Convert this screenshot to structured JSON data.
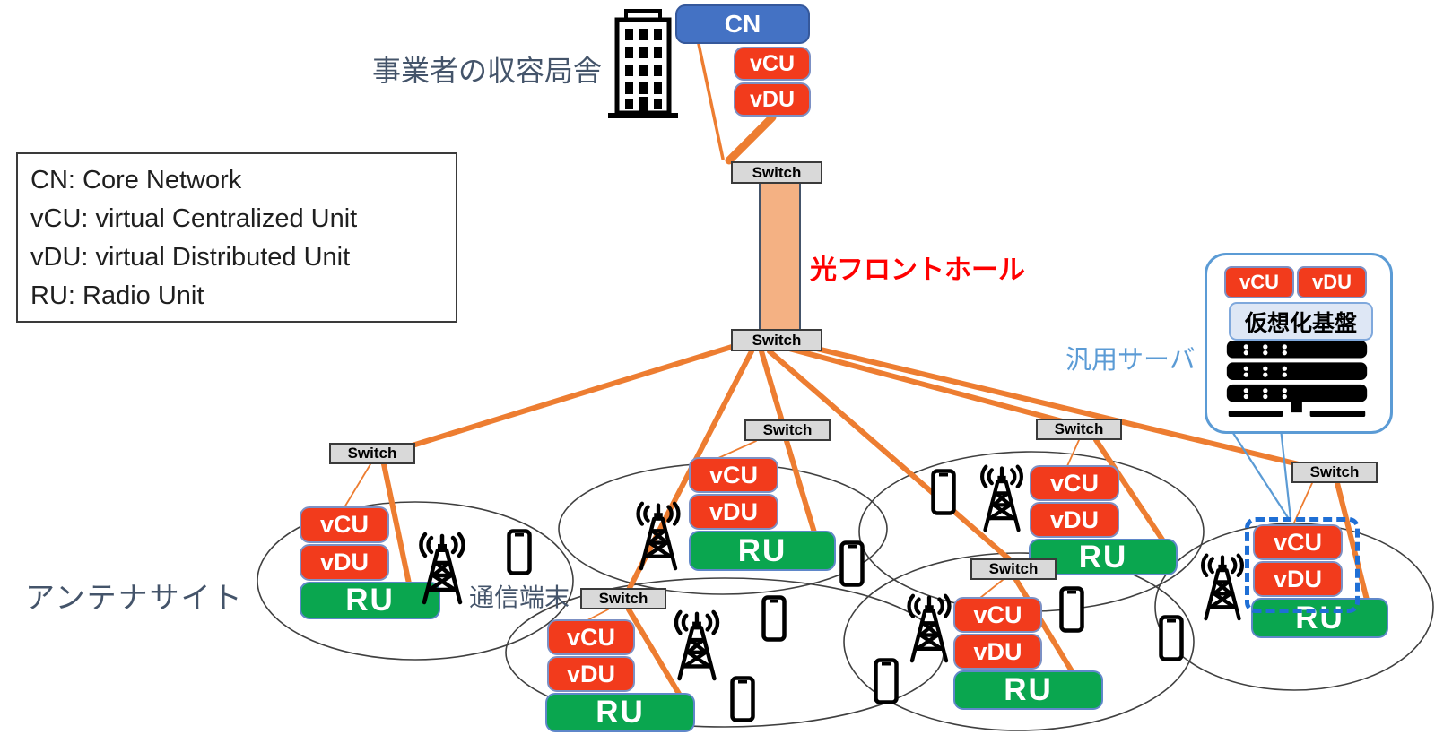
{
  "labels": {
    "operator_building": "事業者の収容局舎",
    "fronthaul": "光フロントホール",
    "antenna_site": "アンテナサイト",
    "terminal": "通信端末",
    "general_server": "汎用サーバ",
    "virtualization_platform": "仮想化基盤",
    "switch": "Switch",
    "cn": "CN",
    "vcu": "vCU",
    "vdu": "vDU",
    "ru": "RU"
  },
  "legend": {
    "cn": "CN: Core Network",
    "vcu": "vCU: virtual Centralized Unit",
    "vdu": "vDU: virtual Distributed Unit",
    "ru": "RU: Radio Unit"
  },
  "icons": {
    "building": "office-building-icon",
    "tower": "antenna-tower-icon",
    "phone": "mobile-phone-icon",
    "server": "rack-server-icon"
  },
  "colors": {
    "cn_blue": "#4472C4",
    "unit_red": "#F23B1C",
    "ru_green": "#0AA64F",
    "link_orange": "#ED7D31",
    "fronthaul_band": "#F4B183",
    "switch_gray": "#D9D9D9",
    "callout_blue": "#5B9BD5",
    "dashed_blue": "#1F6FD5",
    "fronthaul_text": "#FF0000",
    "jp_text": "#44546A"
  }
}
